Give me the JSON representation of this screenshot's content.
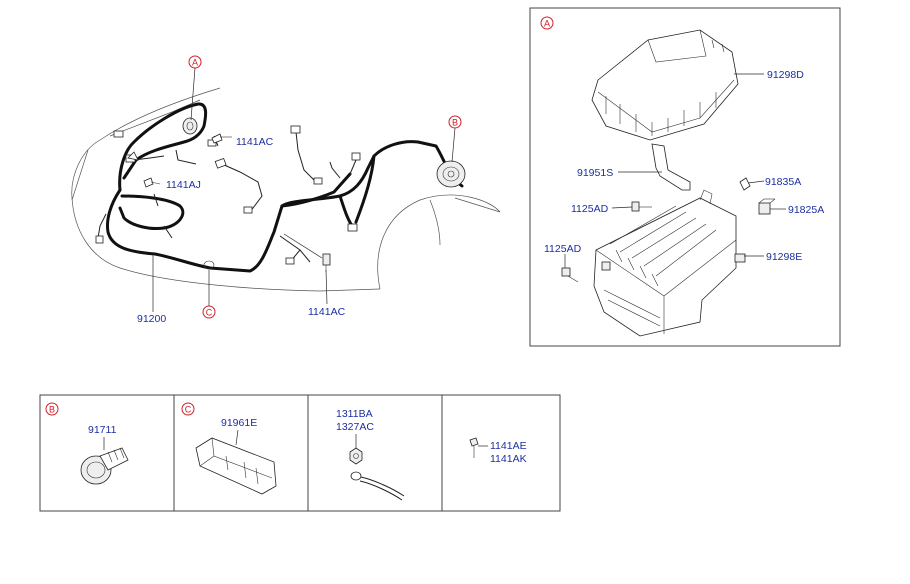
{
  "main_view": {
    "labels": {
      "harness": "91200",
      "bolt_top": "1141AC",
      "bolt_bottom": "1141AC",
      "bolt_left": "1141AJ"
    },
    "callouts": {
      "a": "A",
      "b": "B",
      "c": "C"
    }
  },
  "detail_a": {
    "callout": "A",
    "labels": {
      "cover": "91298D",
      "bracket": "91951S",
      "fuse_a": "91835A",
      "screw": "1125AD",
      "relay": "91825A",
      "bolt": "1125AD",
      "box": "91298E"
    }
  },
  "detail_b": {
    "callout": "B",
    "label": "91711"
  },
  "detail_c": {
    "callout": "C",
    "label": "91961E"
  },
  "detail_ground": {
    "label_1": "1311BA",
    "label_2": "1327AC"
  },
  "detail_bolt": {
    "label_1": "1141AE",
    "label_2": "1141AK"
  }
}
